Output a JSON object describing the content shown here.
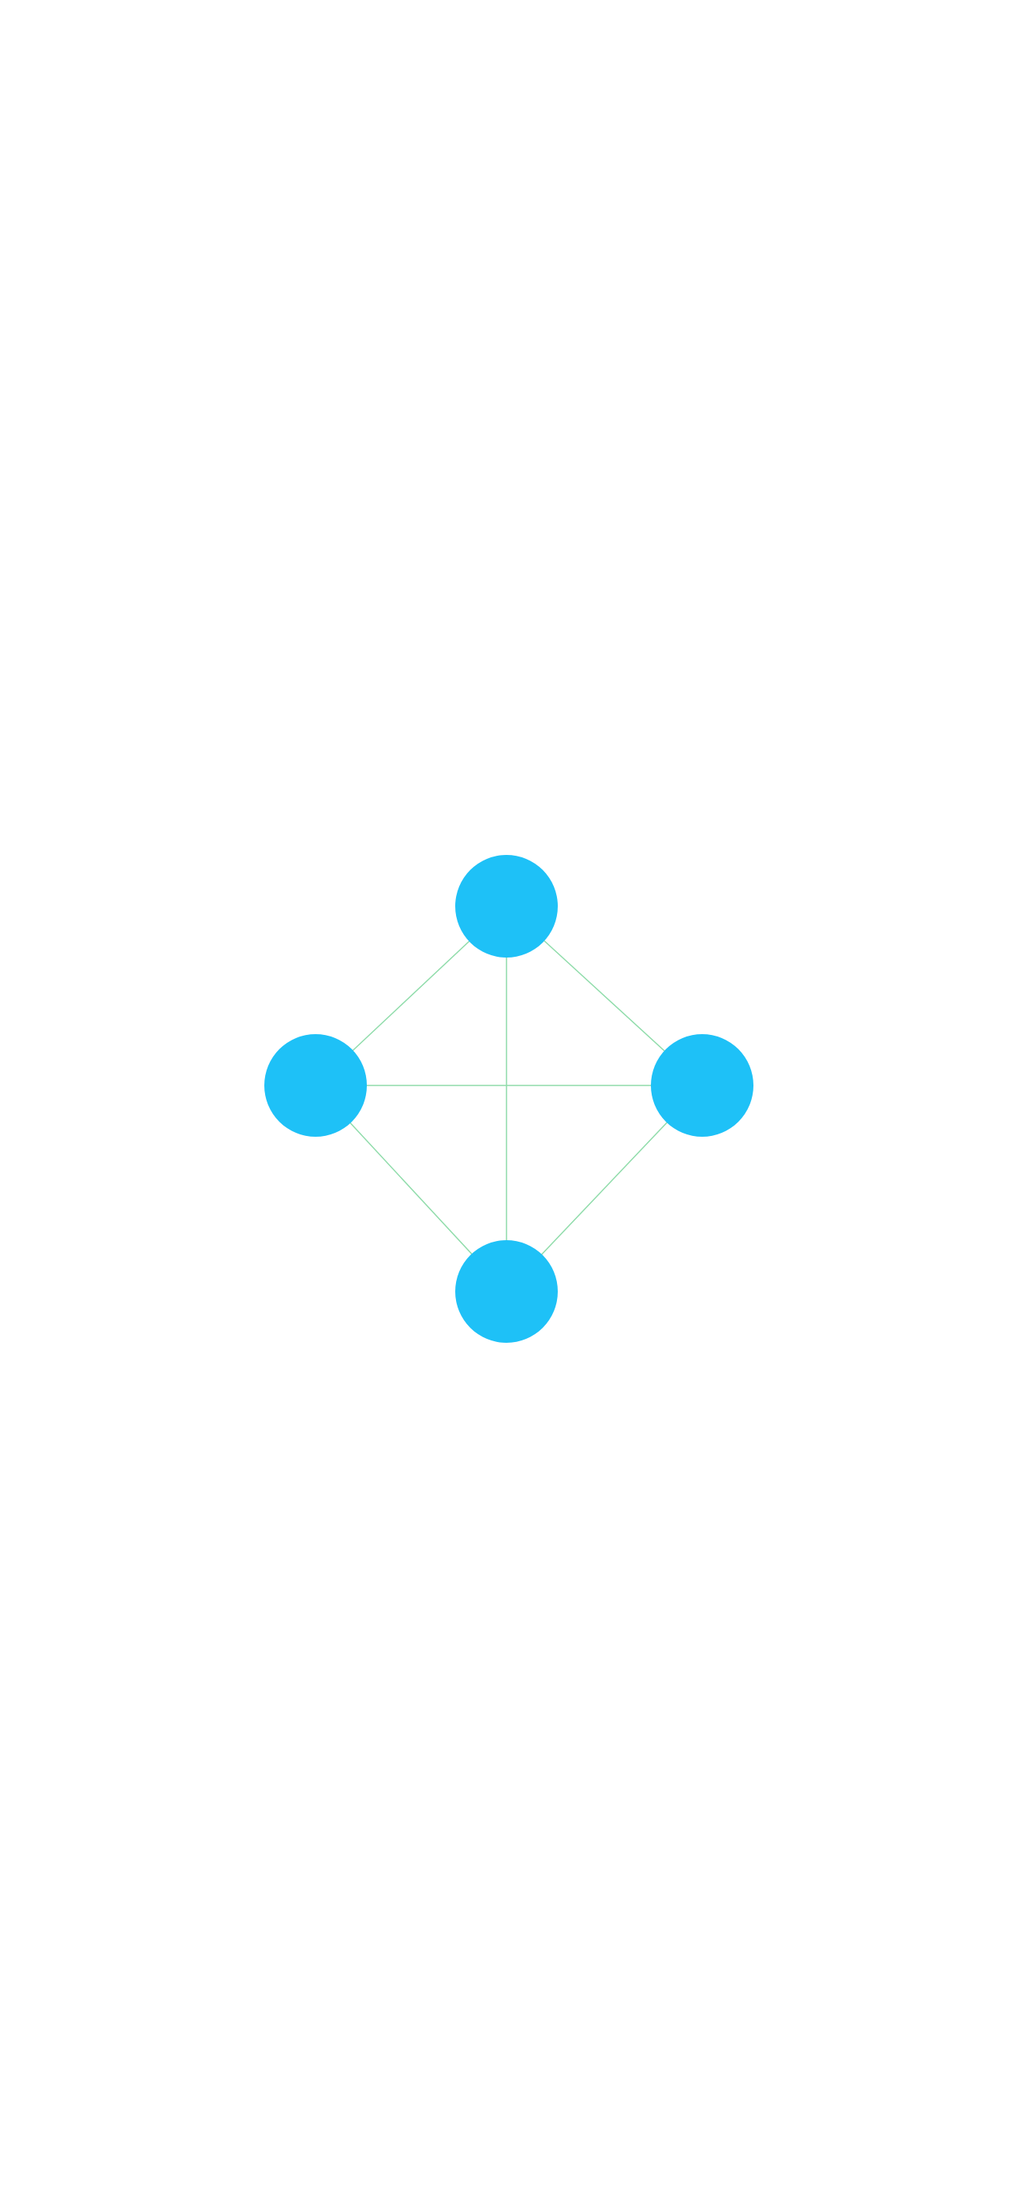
{
  "graph": {
    "node_color": "#1ec1f7",
    "edge_color": "#8fdcaa",
    "background": "#ffffff",
    "nodes": [
      {
        "id": "top"
      },
      {
        "id": "left"
      },
      {
        "id": "right"
      },
      {
        "id": "bottom"
      }
    ],
    "edges": [
      {
        "from": "top",
        "to": "left"
      },
      {
        "from": "top",
        "to": "right"
      },
      {
        "from": "top",
        "to": "bottom"
      },
      {
        "from": "left",
        "to": "right"
      },
      {
        "from": "left",
        "to": "bottom"
      },
      {
        "from": "right",
        "to": "bottom"
      }
    ]
  }
}
